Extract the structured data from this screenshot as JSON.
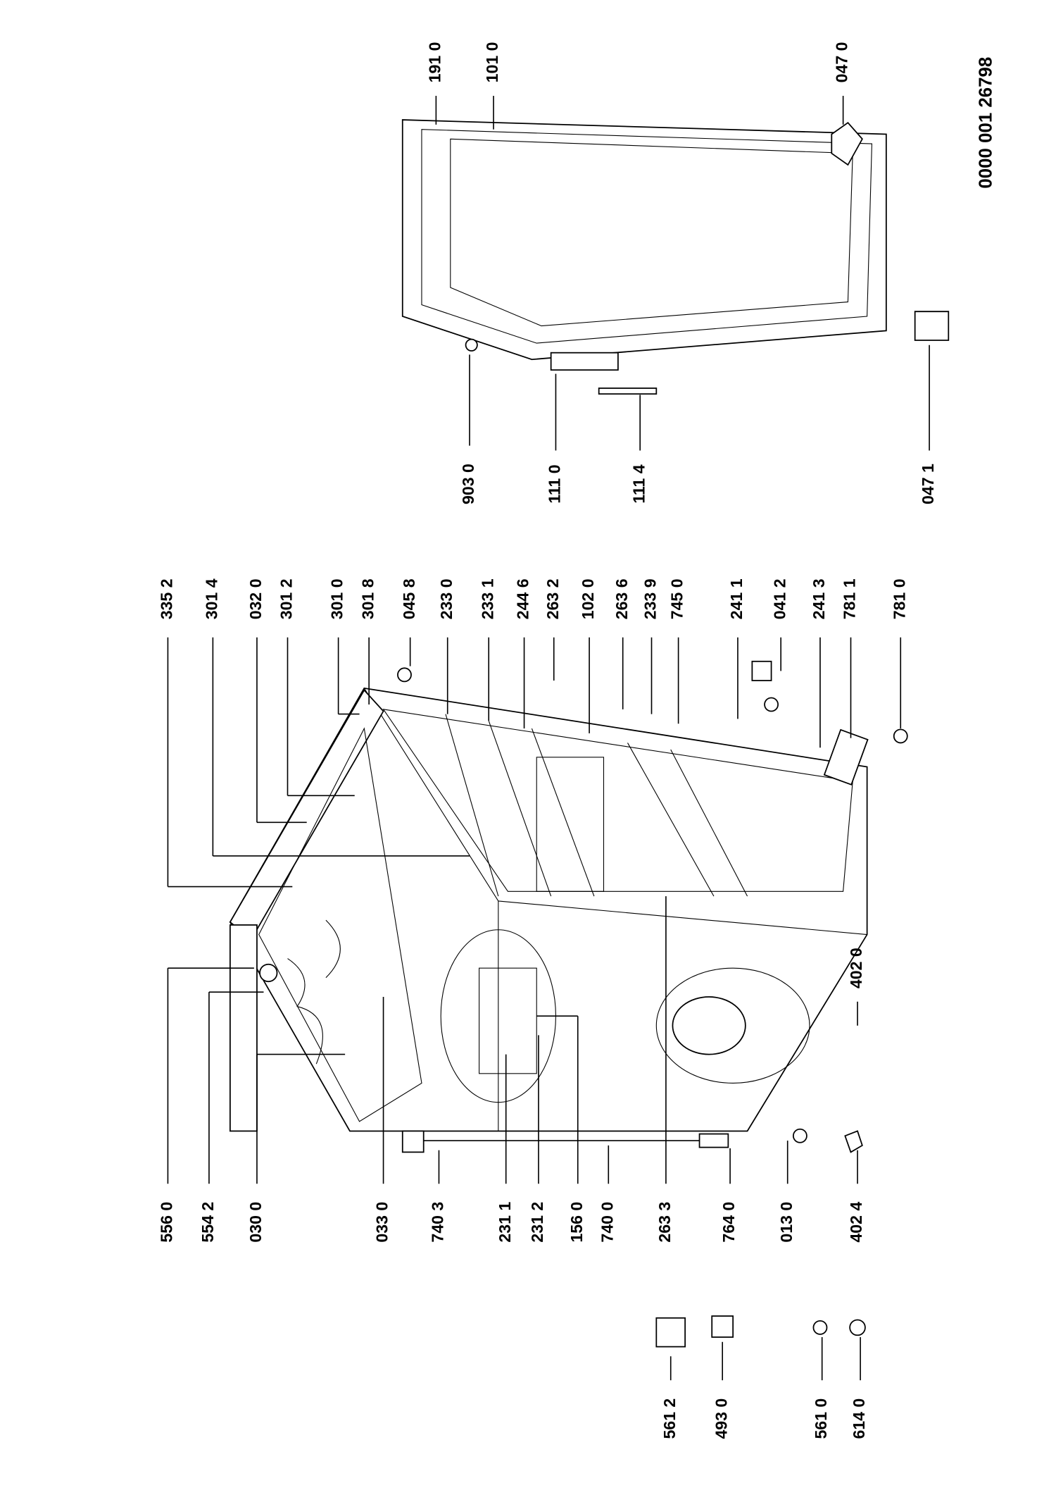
{
  "drawing_id": "0000 001 26798",
  "labels_top": [
    "335 2",
    "301 4",
    "032 0",
    "301 2",
    "301 0",
    "301 8",
    "045 8",
    "233 0",
    "233 1",
    "244 6",
    "263 2",
    "102 0",
    "263 6",
    "233 9",
    "745 0",
    "241 1",
    "041 2",
    "241 3",
    "781 1",
    "781 0"
  ],
  "labels_bottom": [
    "556 0",
    "554 2",
    "030 0",
    "033 0",
    "740 3",
    "231 1",
    "231 2",
    "156 0",
    "740 0",
    "263 3",
    "764 0",
    "013 0",
    "402 4"
  ],
  "labels_accessories": [
    "561 2",
    "493 0",
    "561 0",
    "614 0"
  ],
  "labels_door": {
    "top": [
      "191 0",
      "101 0",
      "047 0"
    ],
    "bottom": [
      "903 0",
      "111 0",
      "111 4",
      "047 1"
    ]
  },
  "labels_cabinet_mid": [
    "402 0"
  ]
}
